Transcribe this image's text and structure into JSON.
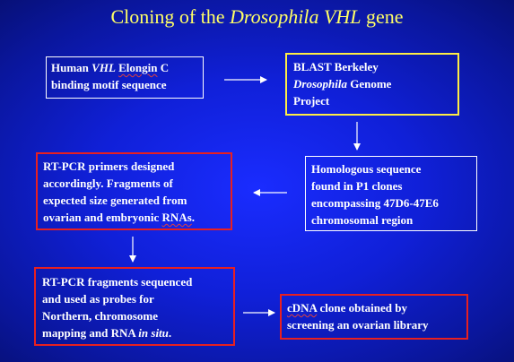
{
  "title": {
    "prefix": "Cloning of the ",
    "italic": "Drosophila VHL",
    "suffix": " gene"
  },
  "box1": {
    "a": "Human ",
    "b": "VHL",
    "c": " ",
    "d": "Elongin",
    "e": " C",
    "f": "binding motif sequence"
  },
  "box2": {
    "a": "BLAST Berkeley",
    "b": "Drosophila",
    "c": " Genome",
    "d": "Project"
  },
  "box3": {
    "a": "Homologous sequence",
    "b": "found in P1 clones",
    "c": "encompassing 47D6-47E6",
    "d": "chromosomal region"
  },
  "box4": {
    "a": "RT-PCR primers designed",
    "b": "accordingly.  Fragments of",
    "c": "expected size generated from",
    "d": "ovarian and embryonic ",
    "e": "RNAs",
    "f": "."
  },
  "box5": {
    "a": "RT-PCR fragments sequenced",
    "b": "and used as probes for",
    "c": "Northern, chromosome",
    "d": "mapping and RNA ",
    "e": "in situ",
    "f": "."
  },
  "box6": {
    "a": "cDNA",
    "b": " clone obtained by",
    "c": "screening an ovarian library"
  },
  "colors": {
    "background": "#1020d8",
    "title": "#ffff66",
    "box_white": "#ffffff",
    "box_yellow": "#ffee44",
    "box_red": "#e82020"
  }
}
